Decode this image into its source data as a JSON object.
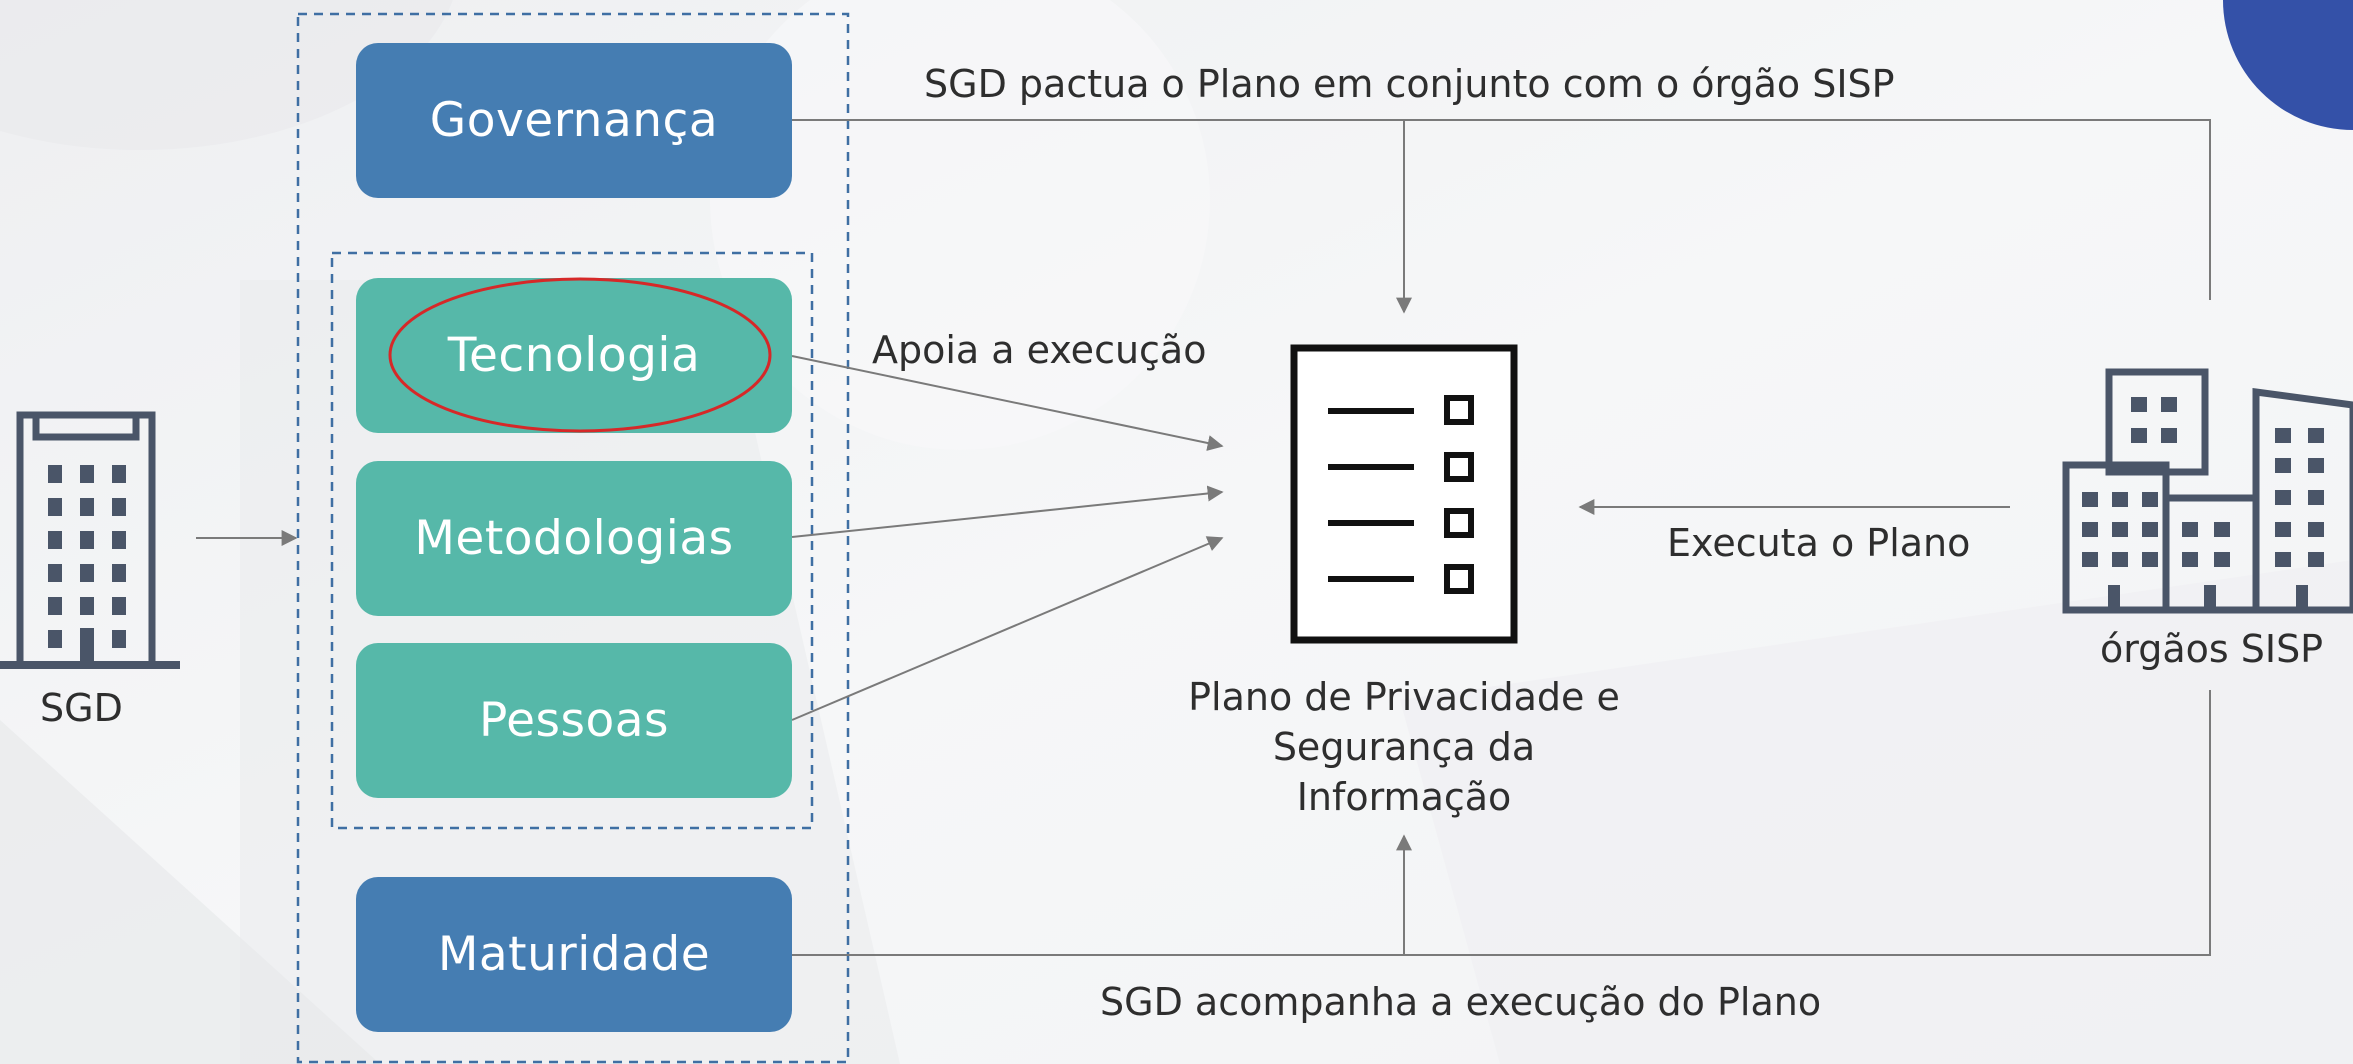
{
  "colors": {
    "blue_box": "#457db2",
    "teal_box": "#56b8a9",
    "dashed_border": "#3f6fa3",
    "icon": "#4a5568",
    "highlight_ellipse": "#d62828",
    "corner_accent": "#3451a8",
    "connector": "#7a7a7a"
  },
  "left_actor": {
    "label": "SGD",
    "icon": "building-icon"
  },
  "pillars": {
    "governanca": "Governança",
    "tecnologia": "Tecnologia",
    "metodologias": "Metodologias",
    "pessoas": "Pessoas",
    "maturidade": "Maturidade"
  },
  "edges": {
    "top": "SGD pactua o Plano em conjunto com o órgão SISP",
    "support": "Apoia a execução",
    "execute": "Executa o Plano",
    "bottom": "SGD acompanha a execução do Plano"
  },
  "center_document": {
    "icon": "checklist-document-icon",
    "label_lines": [
      "Plano de Privacidade e",
      "Segurança da",
      "Informação"
    ]
  },
  "right_actor": {
    "label": "órgãos SISP",
    "icon": "buildings-icon"
  }
}
